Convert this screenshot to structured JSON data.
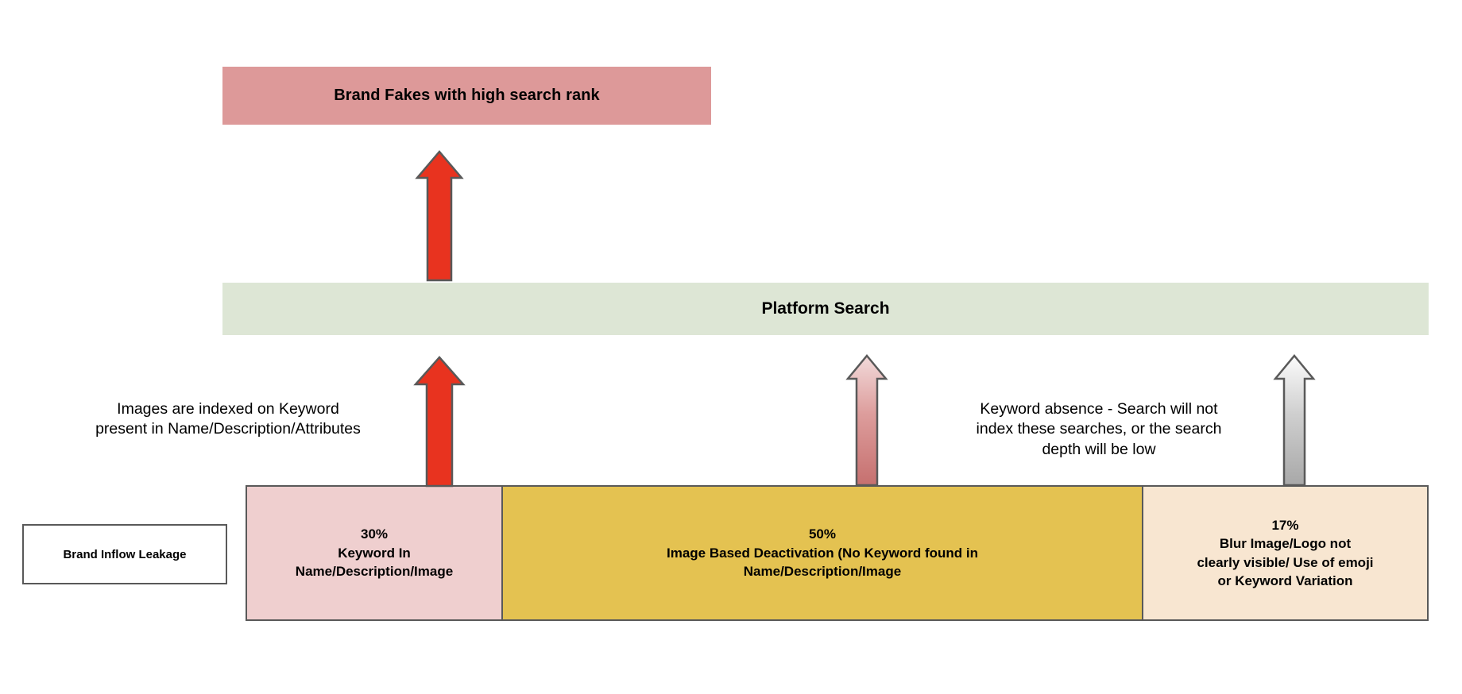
{
  "diagram": {
    "title_top": "Brand Fakes with high search rank",
    "platform_layer": "Platform Search",
    "legend_box": "Brand Inflow Leakage",
    "annotations": {
      "left": "Images are indexed on Keyword\npresent in Name/Description/Attributes",
      "right": "Keyword absence - Search will not\nindex these searches, or the search\ndepth will be low"
    },
    "segments": [
      {
        "percent": "30%",
        "label": "Keyword In\nName/Description/Image",
        "text": "30%\nKeyword In\nName/Description/Image",
        "color": "#efcfcf"
      },
      {
        "percent": "50%",
        "label": "Image Based Deactivation (No Keyword found in\nName/Description/Image",
        "text": "50%\nImage Based Deactivation (No Keyword found in\nName/Description/Image",
        "color": "#e4c251"
      },
      {
        "percent": "17%",
        "label": "Blur Image/Logo not\nclearly visible/ Use of emoji\nor Keyword Variation",
        "text": "17%\nBlur Image/Logo not\nclearly visible/ Use of emoji\nor Keyword Variation",
        "color": "#f8e6d1"
      }
    ],
    "arrows": [
      {
        "name": "arrow-rank-up",
        "style": "solid-red",
        "color": "#e8331f"
      },
      {
        "name": "arrow-keyword-indexed",
        "style": "solid-red",
        "color": "#e8331f"
      },
      {
        "name": "arrow-image-based-weak",
        "style": "gradient-pink",
        "color": "#cb7b7b"
      },
      {
        "name": "arrow-blur-weak",
        "style": "gradient-grey",
        "color": "#b3b3b3"
      }
    ],
    "colors": {
      "top_bar": "#dd9999",
      "platform_bar": "#dde6d5",
      "outline": "#595959",
      "red_arrow": "#e8331f"
    }
  }
}
